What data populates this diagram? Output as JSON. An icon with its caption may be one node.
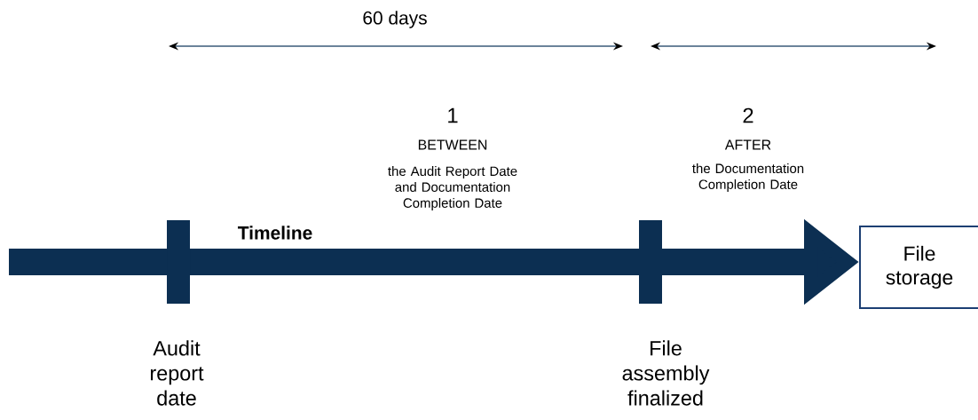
{
  "diagram": {
    "nodes": [
      {
        "text": [],
        "shape": "bar"
      },
      {
        "text": [],
        "shape": "bar"
      },
      {
        "text": [
          "File storage"
        ]
      }
    ],
    "edges": [
      {
        "from": null,
        "to": 2,
        "arrow": "to"
      }
    ],
    "labels": [
      "60 days",
      "1",
      "BETWEEN",
      "the Audit Report Date and Documentation Completion Date",
      "2",
      "AFTER",
      "the Documentation Completion Date",
      "Timeline",
      "Audit report date",
      "File assembly finalized"
    ]
  }
}
